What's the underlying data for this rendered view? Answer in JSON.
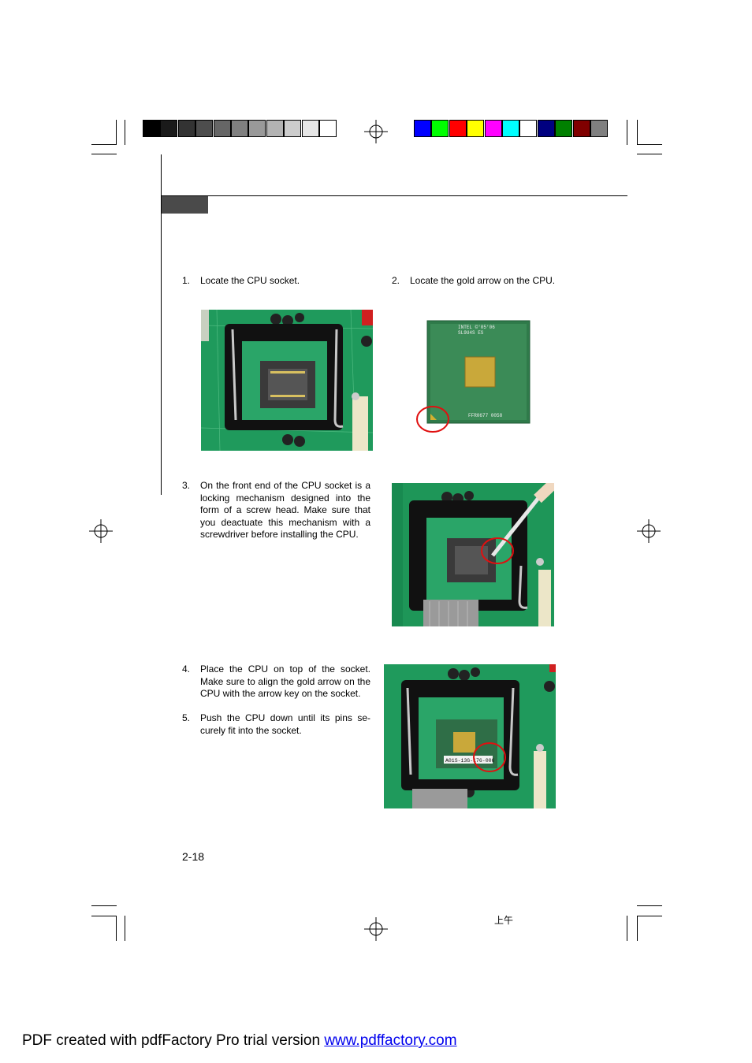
{
  "color_bar": {
    "grays": [
      "#000000",
      "#1a1a1a",
      "#333333",
      "#4d4d4d",
      "#666666",
      "#808080",
      "#999999",
      "#b3b3b3",
      "#cccccc",
      "#e6e6e6",
      "#ffffff"
    ],
    "colors": [
      "#0000ff",
      "#00ff00",
      "#ff0000",
      "#ffff00",
      "#ff00ff",
      "#00ffff",
      "#ffffff",
      "#000080",
      "#008000",
      "#800000",
      "#808080"
    ]
  },
  "steps": [
    {
      "num": "1.",
      "text": "Locate the CPU socket."
    },
    {
      "num": "2.",
      "text": "Locate the gold arrow on the CPU."
    },
    {
      "num": "3.",
      "text": "On the front end of the CPU socket is a locking mechanism designed into the form of a screw head. Make sure that you deactuate this mechanism with a screwdriver before installing the CPU."
    },
    {
      "num": "4.",
      "text": "Place the CPU on top of the socket. Make sure to align the gold arrow on the CPU with the arrow key on the socket."
    },
    {
      "num": "5.",
      "text": "Push the CPU down until its pins se-curely fit into the socket."
    }
  ],
  "images": {
    "cpu_marking_line1": "INTEL ©'05'06",
    "cpu_marking_line2": "SL9U4S ES",
    "cpu_marking_bottom": "FFR0677 0058",
    "socket_sticker": "A01S-13G-176-006"
  },
  "page_number": "2-18",
  "bottom_mark": "上午",
  "footer": {
    "text": "PDF created with pdfFactory Pro trial version ",
    "link": "www.pdffactory.com"
  },
  "accent_colors": {
    "pcb": "#1e9a5a",
    "highlight": "#e01010",
    "link": "#0000ee"
  }
}
